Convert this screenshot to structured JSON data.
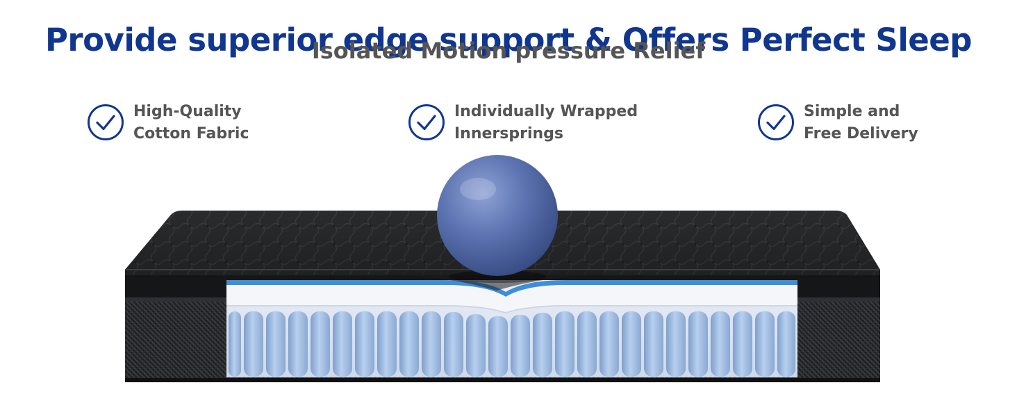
{
  "header": {
    "title": "Provide superior edge support & Offers Perfect Sleep",
    "subtitle": "Isolated Motion pressure Relief"
  },
  "features": [
    {
      "line1": "High-Quality",
      "line2": "Cotton Fabric",
      "icon": "check-circle-icon"
    },
    {
      "line1": "Individually Wrapped",
      "line2": "Innersprings",
      "icon": "check-circle-icon"
    },
    {
      "line1": "Simple and",
      "line2": "Free Delivery",
      "icon": "check-circle-icon"
    }
  ],
  "colors": {
    "brand_blue": "#10368f",
    "text_gray": "#555555",
    "ball_blue": "#5a72b0",
    "spring_blue": "#a9c7ea",
    "mattress_dark": "#2b2c2e"
  }
}
